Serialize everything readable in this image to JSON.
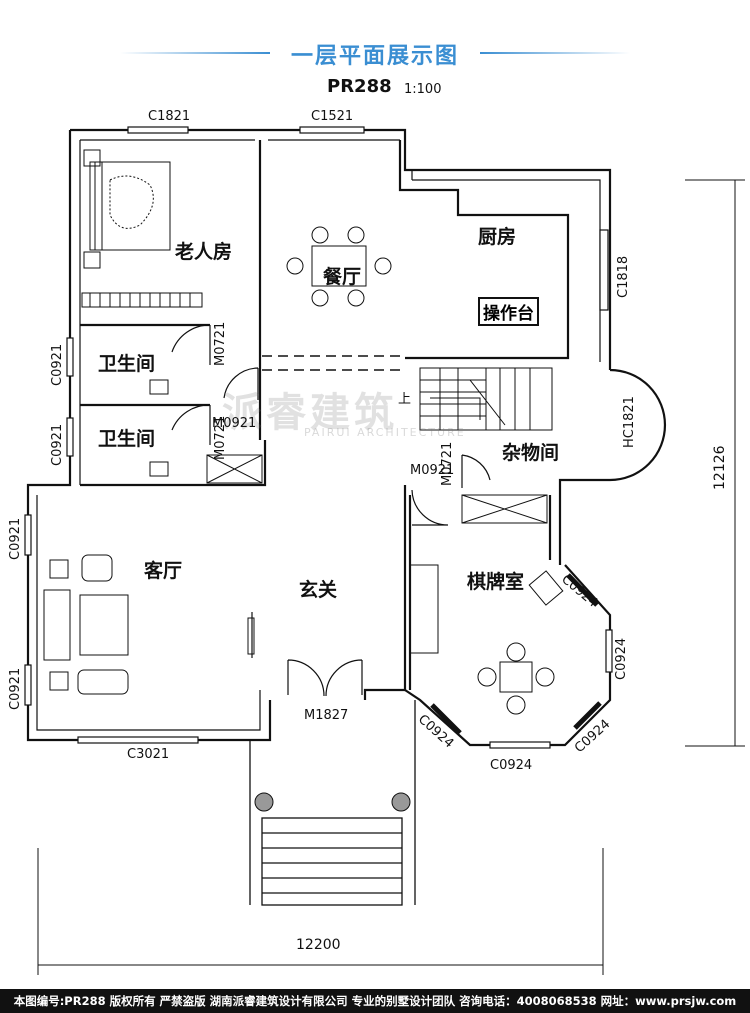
{
  "title": "一层平面展示图",
  "plan_code": "PR288",
  "scale": "1:100",
  "watermark": {
    "text": "派睿建筑",
    "sub": "PAIRUI ARCHITECTURE"
  },
  "rooms": {
    "elder_bedroom": "老人房",
    "dining": "餐厅",
    "kitchen": "厨房",
    "counter": "操作台",
    "bathroom_1": "卫生间",
    "bathroom_2": "卫生间",
    "storage": "杂物间",
    "living": "客厅",
    "entrance": "玄关",
    "chess_room": "棋牌室"
  },
  "stair_label": "上",
  "windows": {
    "c1821": "C1821",
    "c1521": "C1521",
    "c1818": "C1818",
    "hc1821": "HC1821",
    "c0921_a": "C0921",
    "c0921_b": "C0921",
    "c0921_c": "C0921",
    "c0921_d": "C0921",
    "c3021": "C3021",
    "c0924_a": "C0924",
    "c0924_b": "C0924",
    "c0924_c": "C0924",
    "c0924_d": "C0924",
    "c0924_e": "C0924"
  },
  "doors": {
    "m0721_a": "M0721",
    "m0721_b": "M0721",
    "m0721_c": "M0721",
    "m0921_a": "M0921",
    "m0921_b": "M0921",
    "m1827": "M1827"
  },
  "dimensions": {
    "width": "12200",
    "depth": "12126"
  },
  "footer": "本图编号:PR288 版权所有 严禁盗版 湖南派睿建筑设计有限公司 专业的别墅设计团队 咨询电话：4008068538 网址：www.prsjw.com"
}
